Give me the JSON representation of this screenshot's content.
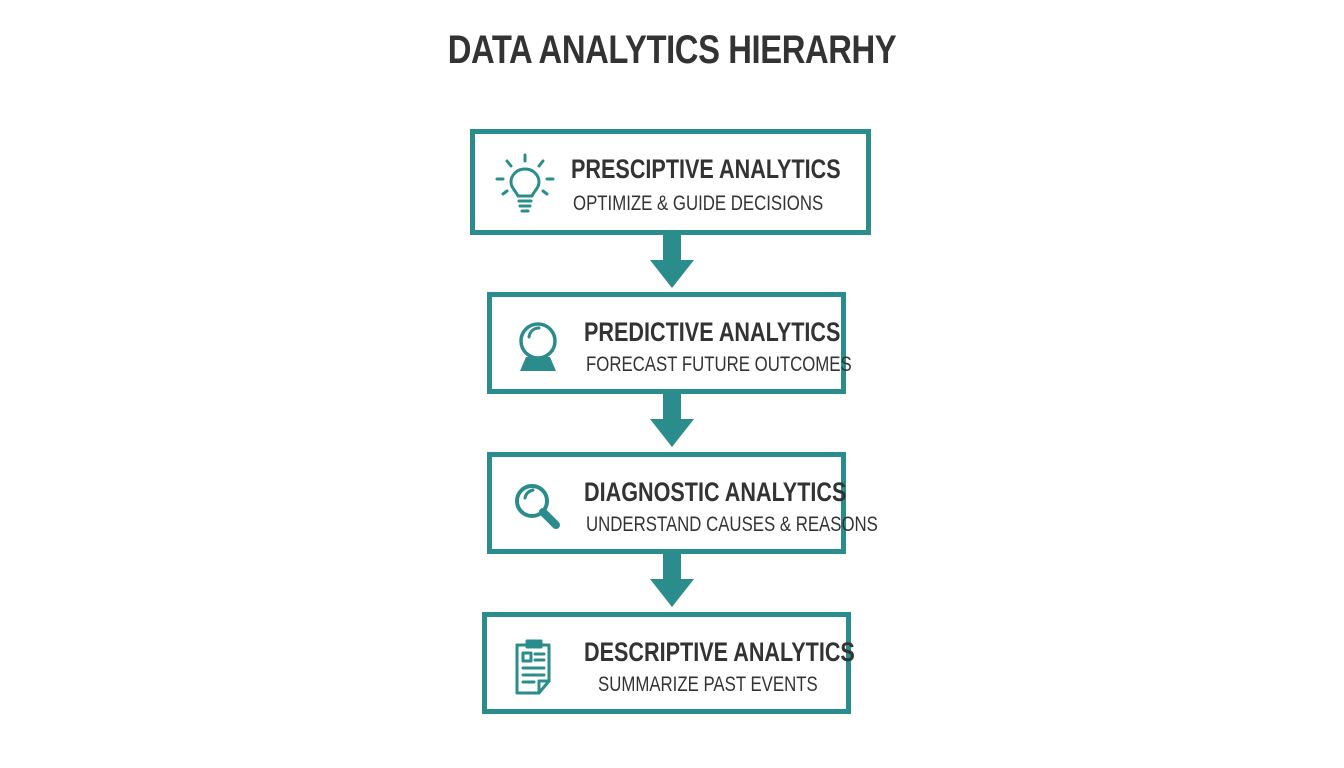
{
  "title": "DATA ANALYTICS HIERARHY",
  "colors": {
    "accent": "#2b8c8c",
    "text": "#333333",
    "background": "#ffffff"
  },
  "levels": [
    {
      "label": "PRESCIPTIVE ANALYTICS",
      "description": "OPTIMIZE & GUIDE DECISIONS",
      "icon": "lightbulb-icon"
    },
    {
      "label": "PREDICTIVE ANALYTICS",
      "description": "FORECAST FUTURE OUTCOMES",
      "icon": "crystal-ball-icon"
    },
    {
      "label": "DIAGNOSTIC ANALYTICS",
      "description": "UNDERSTAND CAUSES & REASONS",
      "icon": "magnifier-icon"
    },
    {
      "label": "DESCRIPTIVE ANALYTICS",
      "description": "SUMMARIZE PAST EVENTS",
      "icon": "report-icon"
    }
  ]
}
